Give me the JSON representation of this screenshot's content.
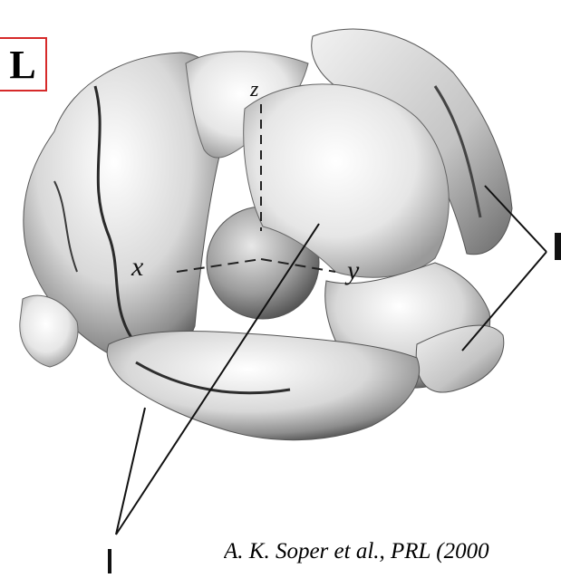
{
  "figure": {
    "panel_label": "L",
    "citation": "A. K. Soper et al., PRL (2000",
    "axis_labels": {
      "x": "x",
      "y": "y",
      "z": "z"
    },
    "colors": {
      "panel_border": "#d62a2a",
      "surface_light": "#f4f4f4",
      "surface_mid": "#b5b5b5",
      "surface_dark": "#3c3c3c",
      "pointer_lines": "#111111"
    }
  }
}
